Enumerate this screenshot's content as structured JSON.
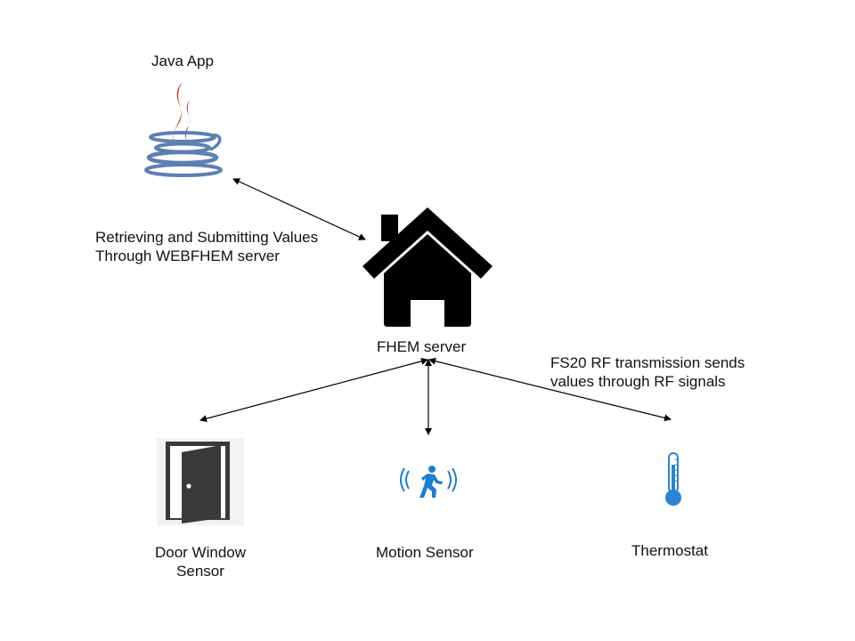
{
  "nodes": {
    "java_app": {
      "label": "Java App",
      "icon": "java-logo-icon"
    },
    "fhem_server": {
      "label": "FHEM server",
      "icon": "house-icon"
    },
    "door_window_sensor": {
      "label_line1": "Door Window",
      "label_line2": "Sensor",
      "icon": "door-icon"
    },
    "motion_sensor": {
      "label": "Motion Sensor",
      "icon": "motion-sensor-icon"
    },
    "thermostat": {
      "label": "Thermostat",
      "icon": "thermometer-icon"
    }
  },
  "annotations": {
    "webfhem_line1": "Retrieving and Submitting Values",
    "webfhem_line2": "Through WEBFHEM server",
    "rf_line1": "FS20 RF transmission sends",
    "rf_line2": "values through RF signals"
  },
  "colors": {
    "java_red": "#c0392b",
    "java_blue": "#5d7fb0",
    "house": "#000000",
    "door": "#3a3a3a",
    "motion_blue": "#1a7fd0",
    "thermo_blue": "#2a84d2",
    "arrow": "#000000"
  }
}
